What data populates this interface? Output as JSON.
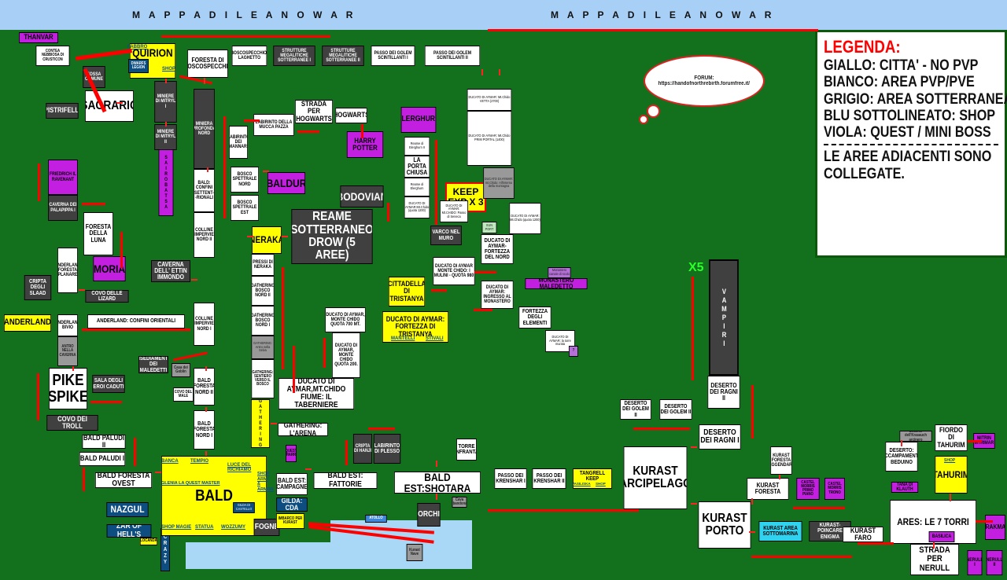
{
  "header": {
    "title_left": "M A P P A   D I   L E A N O W A R",
    "title_right": "M A P P A   D I   L E A N O W A R"
  },
  "legend": {
    "title": "LEGENDA:",
    "items": [
      "GIALLO: CITTA' - NO PVP",
      "BIANCO: AREA PVP/PVE",
      "GRIGIO: AREA SOTTERRANEA",
      "BLU SOTTOLINEATO: SHOP",
      "VIOLA: QUEST / MINI BOSS"
    ],
    "footer_line1": "LE AREE ADIACENTI SONO",
    "footer_line2": "COLLEGATE."
  },
  "bubble": {
    "line1": "FORUM:",
    "line2": "https://handofnorthrebirth.forumfree.it/"
  },
  "keep_exp": {
    "line1": "KEEP",
    "line2": "EXP X 3"
  },
  "multiplier": {
    "label": "X5"
  },
  "colors": {
    "white": "#ffffff",
    "yellow": "#ffff00",
    "grey": "#404040",
    "violet": "#c21fe0",
    "blue": "#0d4d80",
    "cyan": "#2fd2ef",
    "green_bg": "#13701c",
    "sea": "#a8d8f5",
    "red": "#ff0000"
  },
  "nodes": [
    {
      "id": "thanvar",
      "label": "THANVAR",
      "type": "violet"
    },
    {
      "id": "contea",
      "label": "CONTEA NEBBIOSA DI CRUSTICON",
      "type": "white"
    },
    {
      "id": "fossa",
      "label": "FOSSA COMUNE",
      "type": "grey"
    },
    {
      "id": "pistrifelli",
      "label": "PISTRIFELLI",
      "type": "grey"
    },
    {
      "id": "sacrario",
      "label": "SACRARIO",
      "type": "white"
    },
    {
      "id": "quirion",
      "label": "QUIRION",
      "type": "yellow"
    },
    {
      "id": "fabbro",
      "label": "FABBRO",
      "type": "shop"
    },
    {
      "id": "dwarfs",
      "label": "DWARFS LEGION",
      "type": "blue"
    },
    {
      "id": "shop_q",
      "label": "SHOP",
      "type": "shop"
    },
    {
      "id": "foresta_bosco",
      "label": "FORESTA DI BOSCOSPECCHIO",
      "type": "white"
    },
    {
      "id": "bosco_laghetto",
      "label": "BOSCOSPECCHIO: LAGHETTO",
      "type": "white"
    },
    {
      "id": "strutture1",
      "label": "STRUTTURE MEGALITICHE SOTTERRANEE I",
      "type": "grey"
    },
    {
      "id": "strutture2",
      "label": "STRUTTURE MEGALITICHE SOTTERRANEE II",
      "type": "grey"
    },
    {
      "id": "golem1",
      "label": "PASSO DEI GOLEM SCINTILLANTI I",
      "type": "white"
    },
    {
      "id": "golem2",
      "label": "PASSO DEI GOLEM SCINTILLANTI II",
      "type": "white"
    },
    {
      "id": "miniere1",
      "label": "MINIERE DI MITRYL I",
      "type": "grey"
    },
    {
      "id": "miniere2",
      "label": "MINIERE DI MITRYL II",
      "type": "grey"
    },
    {
      "id": "sairobatsa",
      "label": "SAIROBATSA",
      "type": "violet"
    },
    {
      "id": "miniera_prof",
      "label": "MINIERA PROFONDA NORD",
      "type": "grey"
    },
    {
      "id": "labirinto_mannari",
      "label": "LABIRINTO DEI MANNARI",
      "type": "white"
    },
    {
      "id": "labirinto_mucca",
      "label": "LABIRINTO DELLA MUCCA PAZZA",
      "type": "white"
    },
    {
      "id": "strada_hogwarts",
      "label": "STRADA PER HOGWARTS",
      "type": "white"
    },
    {
      "id": "hogwarts",
      "label": "HOGWARTS",
      "type": "white"
    },
    {
      "id": "harry_potter",
      "label": "HARRY POTTER",
      "type": "violet"
    },
    {
      "id": "elerghurn",
      "label": "ELERGHURN",
      "type": "violet"
    },
    {
      "id": "reame_elerghurn2",
      "label": "Reame di Elerghurn II",
      "type": "white"
    },
    {
      "id": "porta_chiusa",
      "label": "LA PORTA CHIUSA",
      "type": "white"
    },
    {
      "id": "reame_elerghurn",
      "label": "Reame di Elerghurn",
      "type": "white"
    },
    {
      "id": "chido1200",
      "label": "DUCATO DI AYMAR:Mt.Chido (quota 1200)",
      "type": "white"
    },
    {
      "id": "chido_vetta",
      "label": "DUCATO DI AYMAR: Mt.Chido VETTA (2700)",
      "type": "white"
    },
    {
      "id": "chido_portal",
      "label": "DUCATO DI AYMAR: Mt.Chido PRIM PORTAL (1400)",
      "type": "white"
    },
    {
      "id": "chido_interno",
      "label": "DUCATO DI AYMAR: mt.Chido: All'interno della montagna",
      "type": "grey2"
    },
    {
      "id": "chido_seneca",
      "label": "DUCATO DI AYMAR: Mt.CHIDO: Passo di Seneca",
      "type": "white"
    },
    {
      "id": "chido1200b",
      "label": "DUCATO DI AYMAR: Mt.Chido (quota 1200)",
      "type": "white"
    },
    {
      "id": "sunport",
      "label": "SUN PORT",
      "type": "lightgreen"
    },
    {
      "id": "varco",
      "label": "VARCO NEL MURO",
      "type": "grey"
    },
    {
      "id": "fortezza_nord",
      "label": "DUCATO DI AYMAR-FORTEZZA DEL NORD",
      "type": "white"
    },
    {
      "id": "mulini",
      "label": "DUCATO DI AYMAR MONTE CHIDO: I MULINI - QUOTA 980",
      "type": "white"
    },
    {
      "id": "ingresso_mon",
      "label": "DUCATO DI AYMAR: INGRESSO AL MONASTERO",
      "type": "white"
    },
    {
      "id": "mon_canale",
      "label": "Monastero canale di scolo",
      "type": "violet2"
    },
    {
      "id": "monastero",
      "label": "MONASTERO MALEDETTO",
      "type": "violet"
    },
    {
      "id": "fortezza_elementi",
      "label": "FORTEZZA DEGLI ELEMENTI",
      "type": "white"
    },
    {
      "id": "torre_murata",
      "label": "DUCATO DI AYMAR: la torre murata",
      "type": "white"
    },
    {
      "id": "torre_murata_q",
      "label": "?",
      "type": "violet2"
    },
    {
      "id": "friedrich",
      "label": "FRIEDRICH IL RAVENANT",
      "type": "violet"
    },
    {
      "id": "caverna_pala",
      "label": "CAVERNA DEI PALAPIPPA I",
      "type": "grey"
    },
    {
      "id": "foresta_luna",
      "label": "FORESTA DELLA LUNA",
      "type": "white"
    },
    {
      "id": "moria",
      "label": "MORIA",
      "type": "violet"
    },
    {
      "id": "cripta_slaad",
      "label": "CRIPTA DEGLI SLAAD",
      "type": "grey"
    },
    {
      "id": "and_foresta",
      "label": "ANDERLAND FORESTA PLANARE",
      "type": "white"
    },
    {
      "id": "covo_lizard",
      "label": "COVO DELLE LIZARD",
      "type": "grey"
    },
    {
      "id": "anderland",
      "label": "ANDERLAND",
      "type": "yellow"
    },
    {
      "id": "and_bivio",
      "label": "ANDERLAND BIVIO",
      "type": "white"
    },
    {
      "id": "and_confini",
      "label": "ANDERLAND: CONFINI ORIENTALI",
      "type": "white"
    },
    {
      "id": "antro",
      "label": "ANTRO NELLA CAVERNA",
      "type": "grey2"
    },
    {
      "id": "caverna_ettin",
      "label": "CAVERNA DELL' ETTIN IMMONDO",
      "type": "grey"
    },
    {
      "id": "bald_confini",
      "label": "BALD: CONFINI SETTENT--RIONALI",
      "type": "white"
    },
    {
      "id": "colline2",
      "label": "COLLINE IMPERVIE NORD II",
      "type": "white"
    },
    {
      "id": "colline1",
      "label": "COLLINE IMPERVIE NORD I",
      "type": "white"
    },
    {
      "id": "bosco_nord",
      "label": "BOSCO SPETTRALE NORD",
      "type": "white"
    },
    {
      "id": "bosco_est",
      "label": "BOSCO SPETTRALE EST",
      "type": "white"
    },
    {
      "id": "baldur",
      "label": "BALDUR",
      "type": "violet"
    },
    {
      "id": "neraka",
      "label": "NERAKA",
      "type": "yellow"
    },
    {
      "id": "pressi_neraka",
      "label": "PRESSI DI NERAKA",
      "type": "white"
    },
    {
      "id": "gath_bosco2",
      "label": "GATHERING BOSCO NORD II",
      "type": "white"
    },
    {
      "id": "gath_bosco1",
      "label": "GATHERING BOSCO NORD I",
      "type": "white"
    },
    {
      "id": "gath_antro",
      "label": "GATHERING: Antro nella Selva",
      "type": "grey2"
    },
    {
      "id": "gath_sentiero",
      "label": "GATHERING: SENTIERO VERSO IL BOSCO",
      "type": "white"
    },
    {
      "id": "gathering",
      "label": "GATHERING",
      "type": "yellow"
    },
    {
      "id": "bodovian",
      "label": "BODOVIAN",
      "type": "grey"
    },
    {
      "id": "reame_drow",
      "label": "REAME SOTTERRANEO DROW (5 AREE)",
      "type": "grey"
    },
    {
      "id": "cittadella",
      "label": "CITTADELLA DI TRISTANYA",
      "type": "yellow"
    },
    {
      "id": "fortezza_trist",
      "label": "DUCATO DI AYMAR: FORTEZZA DI TRISTANYA",
      "type": "yellow"
    },
    {
      "id": "mantelli",
      "label": "MANTELLI",
      "type": "shopY"
    },
    {
      "id": "stivali",
      "label": "STIVALI",
      "type": "shopY"
    },
    {
      "id": "chido700",
      "label": "DUCATO DI AYMAR, MONTE CHIDO QUOTA 700 MT.",
      "type": "white"
    },
    {
      "id": "chido200",
      "label": "DUCATO DI AYMAR, MONTE CHIDO QUOTA 200.",
      "type": "white"
    },
    {
      "id": "taberniere",
      "label": "DUCATO DI AYMAR,MT.CHIDO FIUME: IL TABERNIERE",
      "type": "white"
    },
    {
      "id": "arena",
      "label": "GATHERING: L'ARENA",
      "type": "white"
    },
    {
      "id": "quest_sharra",
      "label": "QUEST SHARRA",
      "type": "violet"
    },
    {
      "id": "insediamento",
      "label": "INSEDIAMENTO DEI MALEDETTI",
      "type": "grey"
    },
    {
      "id": "casa_goblin",
      "label": "Casa dei Goblin",
      "type": "grey2"
    },
    {
      "id": "covo_male",
      "label": "COVO DEL MALE",
      "type": "white"
    },
    {
      "id": "bald_for2",
      "label": "BALD FORESTA NORD II",
      "type": "white"
    },
    {
      "id": "bald_for1",
      "label": "BALD FORESTA NORD I",
      "type": "white"
    },
    {
      "id": "pike_spike",
      "label": "PIKE SPIKE",
      "type": "white"
    },
    {
      "id": "sala_eroi",
      "label": "SALA DEGLI EROI CADUTI",
      "type": "grey"
    },
    {
      "id": "covo_troll",
      "label": "COVO DEI TROLL",
      "type": "grey"
    },
    {
      "id": "bald_paludi2",
      "label": "BALD PALUDI II",
      "type": "white"
    },
    {
      "id": "bald_paludi1",
      "label": "BALD PALUDI I",
      "type": "white"
    },
    {
      "id": "bald_for_ovest",
      "label": "BALD FORESTA OVEST",
      "type": "white"
    },
    {
      "id": "nazgul",
      "label": "NAZGUL",
      "type": "blue"
    },
    {
      "id": "zar",
      "label": "ZAR OF HELL'S",
      "type": "blue"
    },
    {
      "id": "locanda",
      "label": "LOCANDA",
      "type": "shopY"
    },
    {
      "id": "crazy",
      "label": "CRAZY",
      "type": "blue"
    },
    {
      "id": "bald",
      "label": "BALD",
      "type": "yellow"
    },
    {
      "id": "banca",
      "label": "BANCA",
      "type": "shopY"
    },
    {
      "id": "tempio",
      "label": "TEMPIO",
      "type": "shopY"
    },
    {
      "id": "glenia",
      "label": "GLENIA LA QUEST MASTER",
      "type": "shopY"
    },
    {
      "id": "luce_richiamo",
      "label": "LUCE DEL RICHIAMO",
      "type": "shopY"
    },
    {
      "id": "shop_armi",
      "label": "SHOP ARMI & ARMOR",
      "type": "shopY"
    },
    {
      "id": "gilda_castello",
      "label": "GILDA DI CASTELLO",
      "type": "blue"
    },
    {
      "id": "shop_magie",
      "label": "SHOP MAGIE",
      "type": "shopY"
    },
    {
      "id": "statua",
      "label": "STATUA",
      "type": "shopY"
    },
    {
      "id": "wozzumy",
      "label": "WOZZUMY",
      "type": "shopY"
    },
    {
      "id": "fogne",
      "label": "FOGNE",
      "type": "grey"
    },
    {
      "id": "bald_campagne",
      "label": "BALD EST: CAMPAGNE",
      "type": "white"
    },
    {
      "id": "gilda_cda",
      "label": "GILDA: CDA",
      "type": "blue"
    },
    {
      "id": "imbarco",
      "label": "IMBARCO PER KURAST",
      "type": "yellow"
    },
    {
      "id": "bald_fattorie",
      "label": "BALD EST: FATTORIE",
      "type": "white"
    },
    {
      "id": "bald_shotara",
      "label": "BALD EST:SHOTARA",
      "type": "white"
    },
    {
      "id": "atollo",
      "label": "ATOLLO",
      "type": "blue2"
    },
    {
      "id": "kurast_nave",
      "label": "Kurast Nave",
      "type": "grey2"
    },
    {
      "id": "cripta_hanji",
      "label": "CRIPTA DI HANJI",
      "type": "grey"
    },
    {
      "id": "labirinto_plesso",
      "label": "LABIRINTO DI PLESSO",
      "type": "grey"
    },
    {
      "id": "orchi",
      "label": "ORCHI",
      "type": "grey"
    },
    {
      "id": "cava",
      "label": "Cava abbandonata",
      "type": "grey2"
    },
    {
      "id": "torre_infranta",
      "label": "TORRE INFRANTA",
      "type": "white"
    },
    {
      "id": "krenshar1",
      "label": "PASSO DEI KRENSHAR I",
      "type": "white"
    },
    {
      "id": "krenshar2",
      "label": "PASSO DEI KRENSHAR II",
      "type": "white"
    },
    {
      "id": "tangrell",
      "label": "TANGRELL KEEP",
      "type": "yellow"
    },
    {
      "id": "vasiliska",
      "label": "VASILISKA",
      "type": "shopY"
    },
    {
      "id": "shop_t",
      "label": "SHOP",
      "type": "shopY"
    },
    {
      "id": "vampiri",
      "label": "VAMPIRI",
      "type": "grey"
    },
    {
      "id": "deserto_golem2a",
      "label": "DESERTO DEI GOLEM II",
      "type": "white"
    },
    {
      "id": "deserto_golem2b",
      "label": "DESERTO DEI GOLEM II",
      "type": "white"
    },
    {
      "id": "deserto_ragni2",
      "label": "DESERTO DEI RAGNI II",
      "type": "white"
    },
    {
      "id": "deserto_ragni1",
      "label": "DESERTO DEI RAGNI I",
      "type": "white"
    },
    {
      "id": "kurast_arc",
      "label": "KURAST ARCIPELAGO",
      "type": "white"
    },
    {
      "id": "kurast_porto",
      "label": "KURAST PORTO",
      "type": "white"
    },
    {
      "id": "kurast_for_leg",
      "label": "KURAST FORESTA LEGGENDARIA",
      "type": "white"
    },
    {
      "id": "kurast_foresta",
      "label": "KURAST FORESTA",
      "type": "white"
    },
    {
      "id": "castel1",
      "label": "CASTEL MORRIS PRIMO PIANO",
      "type": "violet"
    },
    {
      "id": "castel2",
      "label": "CASTEL MORRIS TRONO",
      "type": "violet"
    },
    {
      "id": "kurast_sottomarina",
      "label": "KURAST AREA SOTTOMARINA",
      "type": "cyan"
    },
    {
      "id": "kurast_poincare",
      "label": "KURAST-POINCARE ENIGMA",
      "type": "grey"
    },
    {
      "id": "kurast_faro",
      "label": "KURAST FARO",
      "type": "white"
    },
    {
      "id": "deserto_krasauch",
      "label": "Deserto dell'Krasauch arcinero",
      "type": "grey2"
    },
    {
      "id": "fiordo",
      "label": "FIORDO DI TAHURIM",
      "type": "white"
    },
    {
      "id": "mitrin",
      "label": "MITRIN MTRIMAR",
      "type": "violet"
    },
    {
      "id": "tahurim",
      "label": "TAHURIM",
      "type": "yellow"
    },
    {
      "id": "shop_tah",
      "label": "SHOP",
      "type": "shopY"
    },
    {
      "id": "deserto_beduino",
      "label": "DESERTO: ACCAMPAMENTO BEDUINO",
      "type": "white"
    },
    {
      "id": "tana_klauth",
      "label": "TANA DI KLAUTH",
      "type": "violet"
    },
    {
      "id": "ares",
      "label": "ARES: LE 7 TORRI",
      "type": "white"
    },
    {
      "id": "basilica",
      "label": "BASILICA",
      "type": "violet"
    },
    {
      "id": "arakmal",
      "label": "ARAKMAL",
      "type": "violet"
    },
    {
      "id": "strada_nerull",
      "label": "STRADA PER NERULL",
      "type": "white"
    },
    {
      "id": "nerull1",
      "label": "NERULL I",
      "type": "violet"
    },
    {
      "id": "nerull2",
      "label": "NERULL II",
      "type": "violet"
    }
  ]
}
